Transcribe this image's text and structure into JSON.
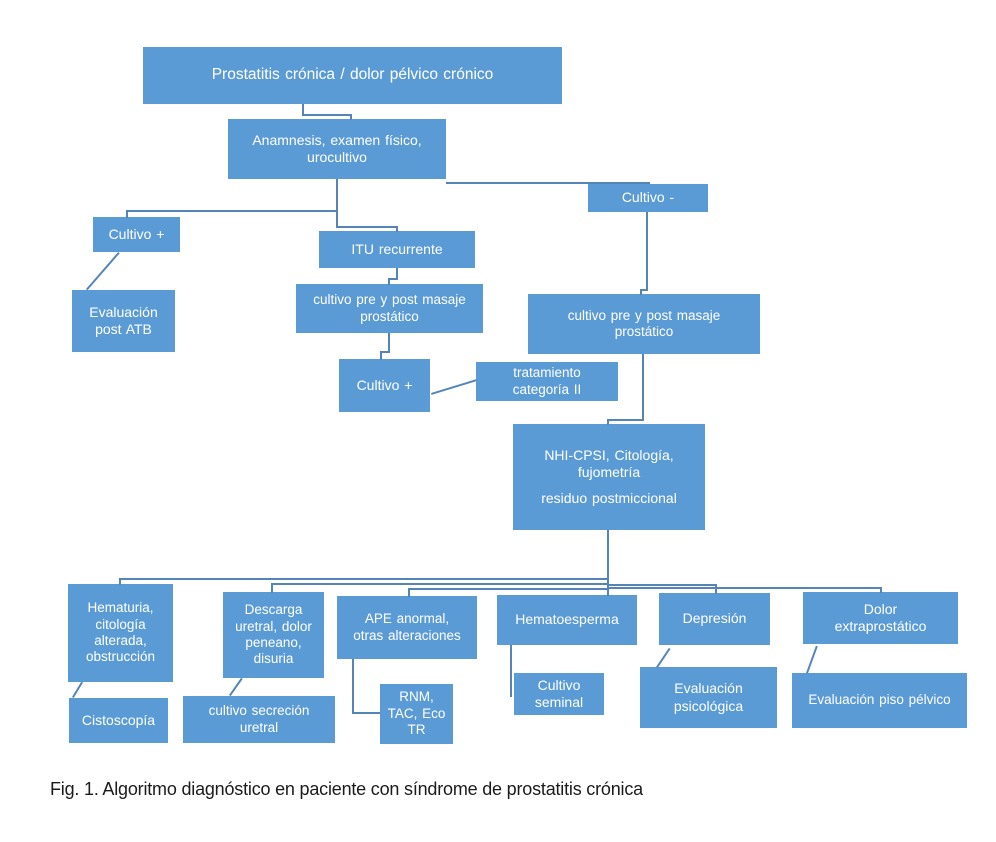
{
  "diagram": {
    "caption": "Fig. 1. Algoritmo diagnóstico en paciente con síndrome de prostatitis crónica",
    "colors": {
      "node_fill": "#5b9bd5",
      "connector": "#5585b8",
      "node_text": "#ffffff",
      "caption_text": "#1b1b1b",
      "background": "#ffffff"
    },
    "nodes": {
      "root": "Prostatitis crónica / dolor pélvico crónico",
      "anamnesis": "Anamnesis, examen físico,\nurocultivo",
      "cultivo_pos": "Cultivo +",
      "itu": "ITU recurrente",
      "cultivo_neg": "Cultivo -",
      "eval_atb": "Evaluación\npost ATB",
      "masaje_izq": "cultivo pre y post masaje\nprostático",
      "masaje_der": "cultivo pre y post masaje\nprostático",
      "cultivo_pos2": "Cultivo  +",
      "tratamiento": "tratamiento\ncategoría II",
      "nhi_top": "NHI-CPSI, Citología,\nfujometría",
      "nhi_bottom": "residuo postmiccional",
      "hematuria": "Hematuria,\ncitología\nalterada,\nobstrucción",
      "cistoscopia": "Cistoscopía",
      "descarga": "Descarga\nuretral, dolor\npeneano,\ndisuria",
      "cultivo_secrecion": "cultivo secreción\nuretral",
      "ape": "APE anormal,\notras alteraciones",
      "rnm": "RNM,\nTAC, Eco\nTR",
      "hematoesperma": "Hematoesperma",
      "cultivo_seminal": "Cultivo\nseminal",
      "depresion": "Depresión",
      "eval_psico": "Evaluación\npsicológica",
      "dolor_extra": "Dolor\nextraprostático",
      "eval_piso": "Evaluación piso pélvico"
    }
  }
}
